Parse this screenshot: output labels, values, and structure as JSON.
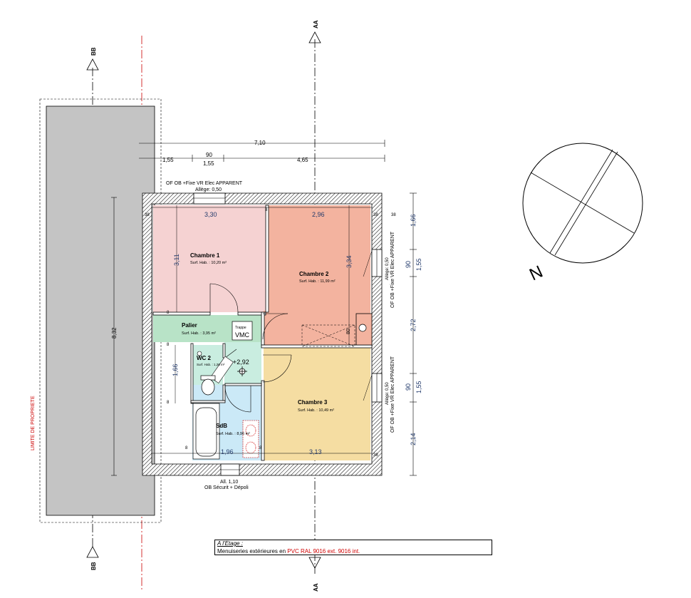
{
  "section_marks": {
    "aa": "AA",
    "bb": "BB"
  },
  "dimensions": {
    "total_width": "7,10",
    "seg_left": "1,55",
    "seg_mid_top": "90",
    "seg_mid_bottom": "1,55",
    "seg_right": "4,65",
    "inner_top_left": "3,30",
    "inner_top_right": "2,96",
    "wall_38_tl": "38",
    "wall_8_top": "8",
    "wall_38_tr": "38",
    "ch1_height": "3,11",
    "ch2_height": "3,34",
    "wc_height": "1,66",
    "overall_height": "8,32",
    "bottom_left": "1,96",
    "bottom_right": "3,13",
    "right_1_66": "1,66",
    "right_90_a": "90",
    "right_1_55_a": "1,55",
    "right_2_72": "2,72",
    "right_90_b": "90",
    "right_1_55_b": "1,55",
    "right_2_14": "2,14",
    "dim_80": "80",
    "dim_8_a": "8",
    "dim_8_b": "8",
    "dim_8_c": "8",
    "dim_8_d": "8",
    "dim_8_e": "8",
    "dim_38_a": "38",
    "dim_38_b": "38"
  },
  "windows": {
    "top": "OF OB +Fixe VR Elec APPARENT",
    "top_allege": "Allège: 0,50",
    "right_upper": "OF OB +Fixe VR Elec APPARENT",
    "right_upper_allege": "Allège: 0,50",
    "right_lower": "OF OB +Fixe VR Elec APPARENT",
    "right_lower_allege": "Allège: 0,50",
    "bottom_allege": "All. 1,10",
    "bottom_type": "OB Sécurit + Dépoli"
  },
  "rooms": {
    "chambre1": {
      "name": "Chambre 1",
      "surface": "Surf. Hab. : 10,20 m²"
    },
    "chambre2": {
      "name": "Chambre 2",
      "surface": "Surf. Hab. : 11,99 m²"
    },
    "palier": {
      "name": "Palier",
      "surface": "Surf. Hab. : 3,95 m²"
    },
    "wc2": {
      "name": "WC 2",
      "surface": "Surf. Hab. : 1,26 m²"
    },
    "sdb": {
      "name": "SdB",
      "surface": "Surf. Hab. : 8,96 m²"
    },
    "chambre3": {
      "name": "Chambre 3",
      "surface": "Surf. Hab. : 10,49 m²"
    }
  },
  "labels": {
    "trappe": "Trappe",
    "vmc": "VMC",
    "level": "+2,92",
    "limite": "LIMITE DE PROPRIETE",
    "north": "N"
  },
  "legend": {
    "title": "A l'Etage :",
    "prefix": "Menuiseries extérieures en ",
    "highlight": "PVC RAL 9016 ext. 9016 int."
  },
  "colors": {
    "chambre1": "#f5d2d2",
    "chambre2": "#f3b39f",
    "palier": "#b8e3c7",
    "wc": "#c9ede0",
    "sdb": "#cbe9f7",
    "chambre3": "#f5dda2",
    "roof": "#c4c4c4",
    "axis_red": "#cc0000",
    "dim_blue": "#223a6b"
  }
}
